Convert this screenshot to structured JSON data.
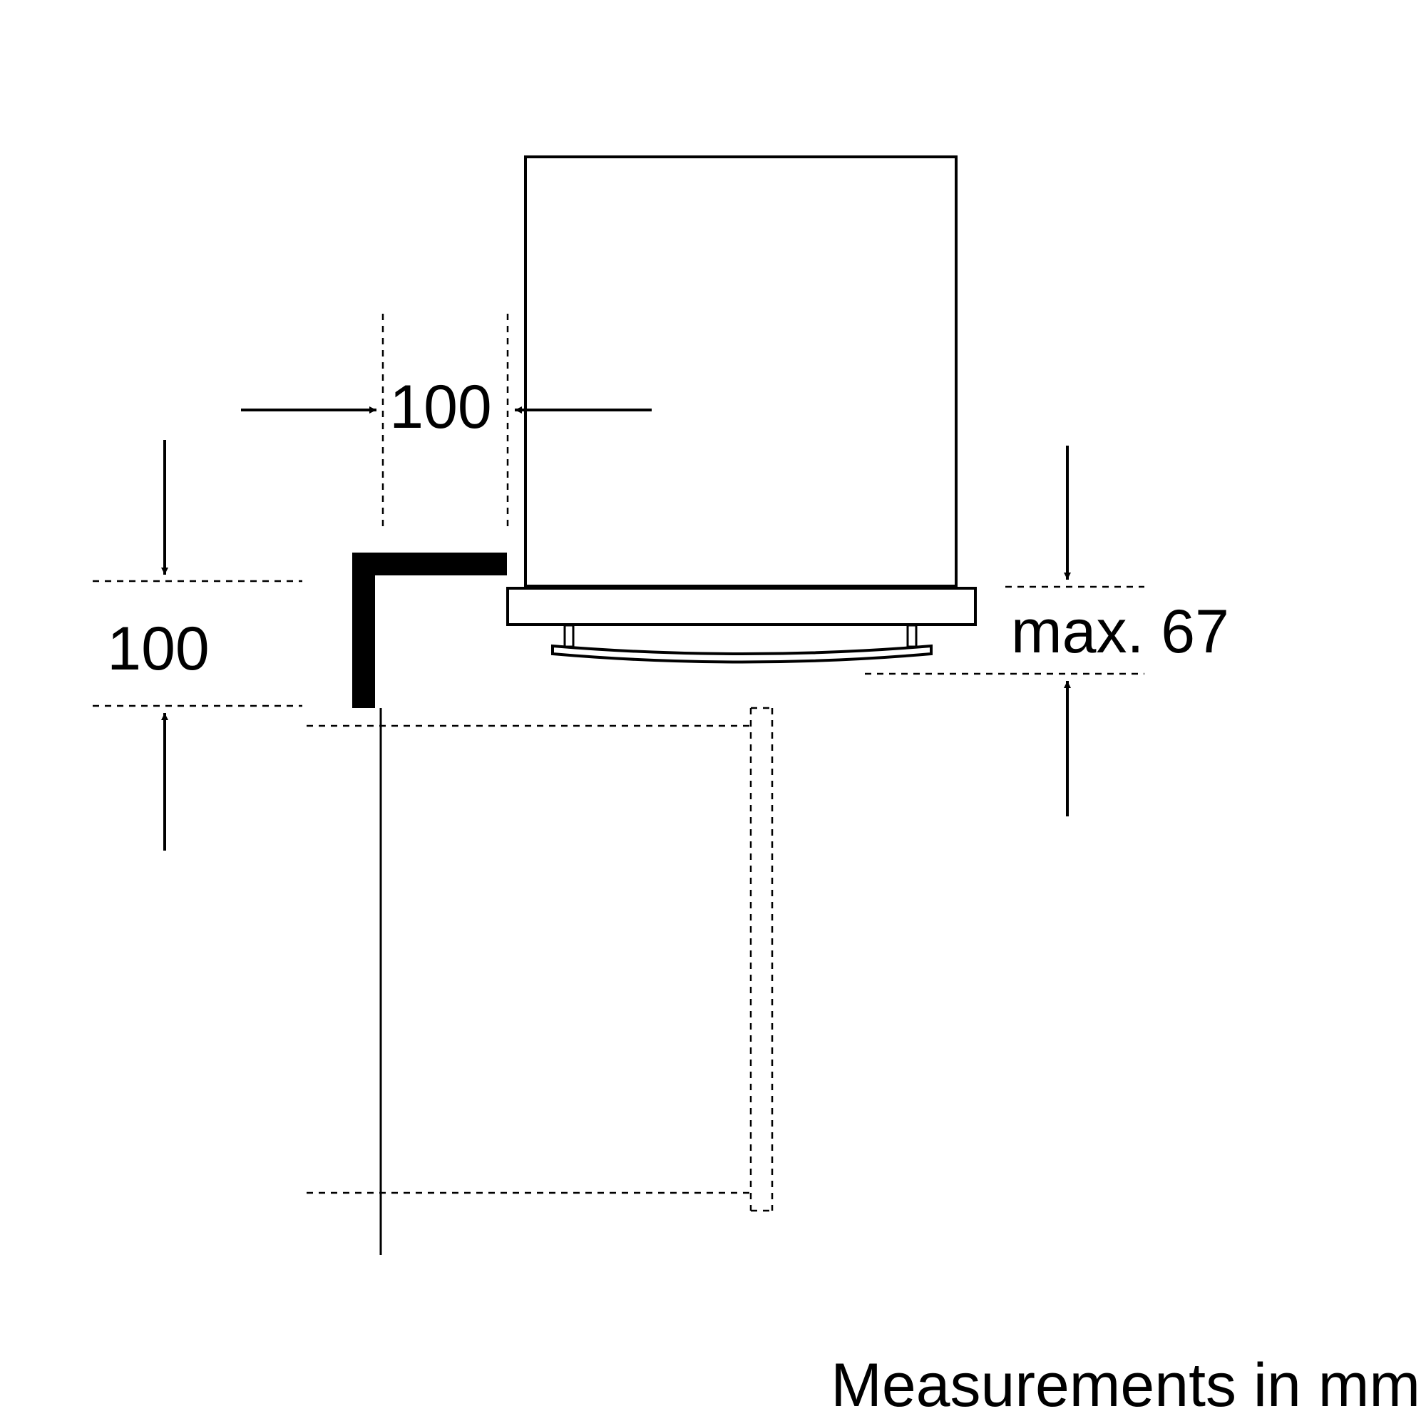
{
  "labels": {
    "horizontal_clearance": "100",
    "vertical_clearance": "100",
    "max_height": "max. 67",
    "units_note": "Measurements in mm"
  },
  "colors": {
    "stroke": "#000000",
    "background": "#ffffff"
  }
}
